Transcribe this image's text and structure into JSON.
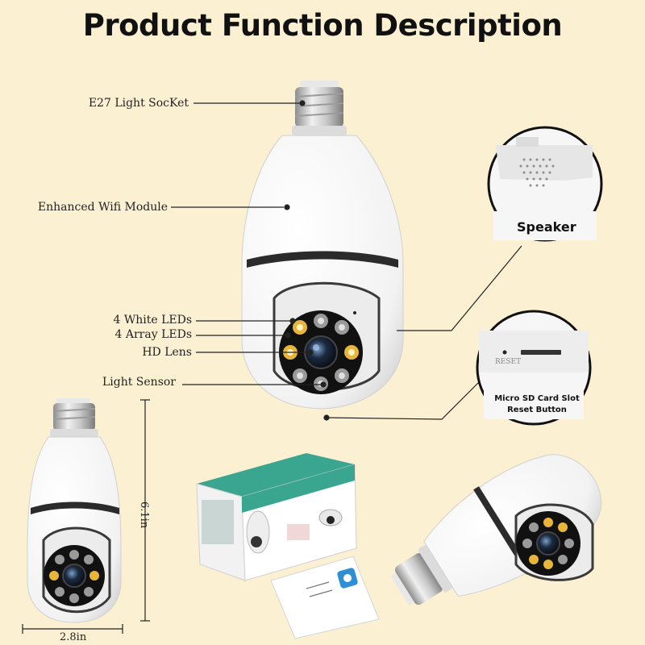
{
  "title": "Product Function Description",
  "callouts": {
    "socket": "E27 Light SocKet",
    "wifi": "Enhanced Wifi Module",
    "white_leds": "4 White LEDs",
    "array_leds": "4 Array LEDs",
    "lens": "HD Lens",
    "sensor": "Light  Sensor"
  },
  "insets": {
    "speaker": "Speaker",
    "sd_slot": "Micro SD Card Slot",
    "reset": "Reset Button",
    "reset_print": "RESET"
  },
  "dimensions": {
    "height": "6.1in",
    "width": "2.8in"
  },
  "colors": {
    "background": "#fbf0d2",
    "box_teal": "#3aa68f",
    "warm_led": "#e8b53b"
  }
}
